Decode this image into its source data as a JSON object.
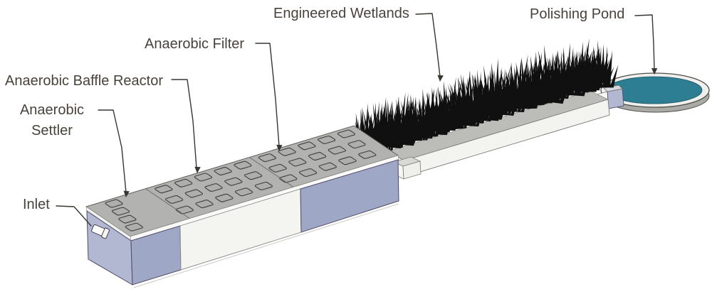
{
  "diagram": {
    "labels": {
      "inlet": "Inlet",
      "anaerobic_settler_line1": "Anaerobic",
      "anaerobic_settler_line2": "Settler",
      "anaerobic_baffle_reactor": "Anaerobic Baffle Reactor",
      "anaerobic_filter": "Anaerobic Filter",
      "engineered_wetlands": "Engineered Wetlands",
      "polishing_pond": "Polishing Pond"
    }
  },
  "colors": {
    "label_text": "#49423b",
    "leader_line": "#3a352f",
    "tank_top_gray": "#b2b2b0",
    "tank_front_lavender": "#9fa7c6",
    "tank_left_lavender": "#b2b7d2",
    "tank_white_section": "#f4f4f1",
    "trough_white": "#f3f3f0",
    "wetland_grass": "#101010",
    "pond_water": "#2d7e92",
    "pond_rim": "#eff0ed"
  }
}
